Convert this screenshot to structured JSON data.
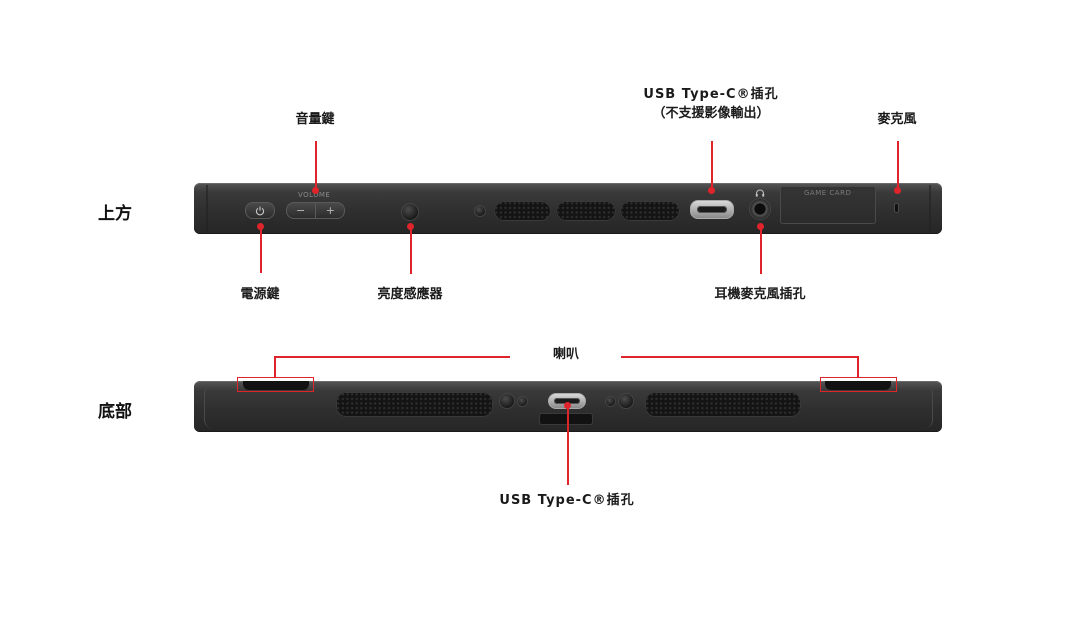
{
  "sections": {
    "top": "上方",
    "bottom": "底部"
  },
  "top_callouts": {
    "volume_keys": "音量鍵",
    "usb_c_port": "USB Type-C®插孔",
    "usb_c_note": "（不支援影像輸出）",
    "microphone": "麥克風",
    "power_key": "電源鍵",
    "light_sensor": "亮度感應器",
    "headset_jack": "耳機麥克風插孔"
  },
  "bottom_callouts": {
    "speakers": "喇叭",
    "usb_c_port": "USB Type-C®插孔"
  },
  "device_markings": {
    "volume": "VOLUME",
    "minus": "−",
    "plus": "+",
    "game_card": "GAME CARD"
  },
  "colors": {
    "accent": "#e0242b",
    "device_body": "#2f2f2f",
    "background": "#ffffff"
  },
  "icons": [
    "power-icon",
    "headphone-icon"
  ]
}
